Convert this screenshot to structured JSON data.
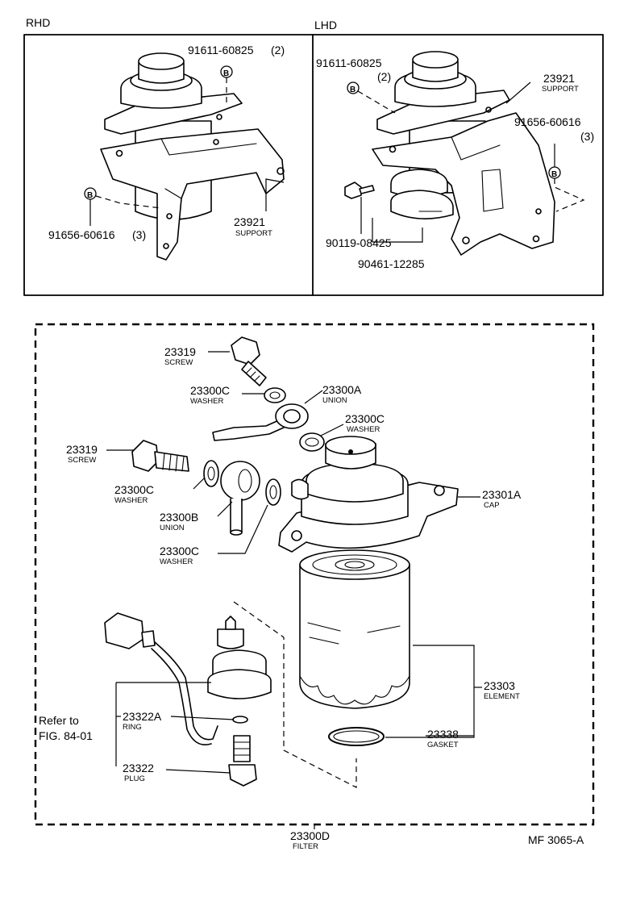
{
  "panels": {
    "rhd_label": "RHD",
    "lhd_label": "LHD"
  },
  "rhd": {
    "bolt_part": "91611-60825",
    "bolt_qty": "(2)",
    "screw_part": "91656-60616",
    "screw_qty": "(3)",
    "support_part": "23921",
    "support_name": "SUPPORT",
    "marker": "B"
  },
  "lhd": {
    "bolt_part": "91611-60825",
    "bolt_qty": "(2)",
    "support_part": "23921",
    "support_name": "SUPPORT",
    "screw_part": "91656-60616",
    "screw_qty": "(3)",
    "bolt2_part": "90119-08425",
    "clamp_part": "90461-12285",
    "marker": "B"
  },
  "filter": {
    "screw_top_part": "23319",
    "screw_top_name": "SCREW",
    "washer_top_part": "23300C",
    "washer_top_name": "WASHER",
    "union_a_part": "23300A",
    "union_a_name": "UNION",
    "washer_right_part": "23300C",
    "washer_right_name": "WASHER",
    "screw_left_part": "23319",
    "screw_left_name": "SCREW",
    "washer_left_part": "23300C",
    "washer_left_name": "WASHER",
    "union_b_part": "23300B",
    "union_b_name": "UNION",
    "washer_bottom_part": "23300C",
    "washer_bottom_name": "WASHER",
    "cap_part": "23301A",
    "cap_name": "CAP",
    "element_part": "23303",
    "element_name": "ELEMENT",
    "gasket_part": "23338",
    "gasket_name": "GASKET",
    "refer_line1": "Refer to",
    "refer_line2": "FIG. 84-01",
    "ring_part": "23322A",
    "ring_name": "RING",
    "plug_part": "23322",
    "plug_name": "PLUG",
    "assembly_part": "23300D",
    "assembly_name": "FILTER"
  },
  "figure_code": "MF 3065-A"
}
